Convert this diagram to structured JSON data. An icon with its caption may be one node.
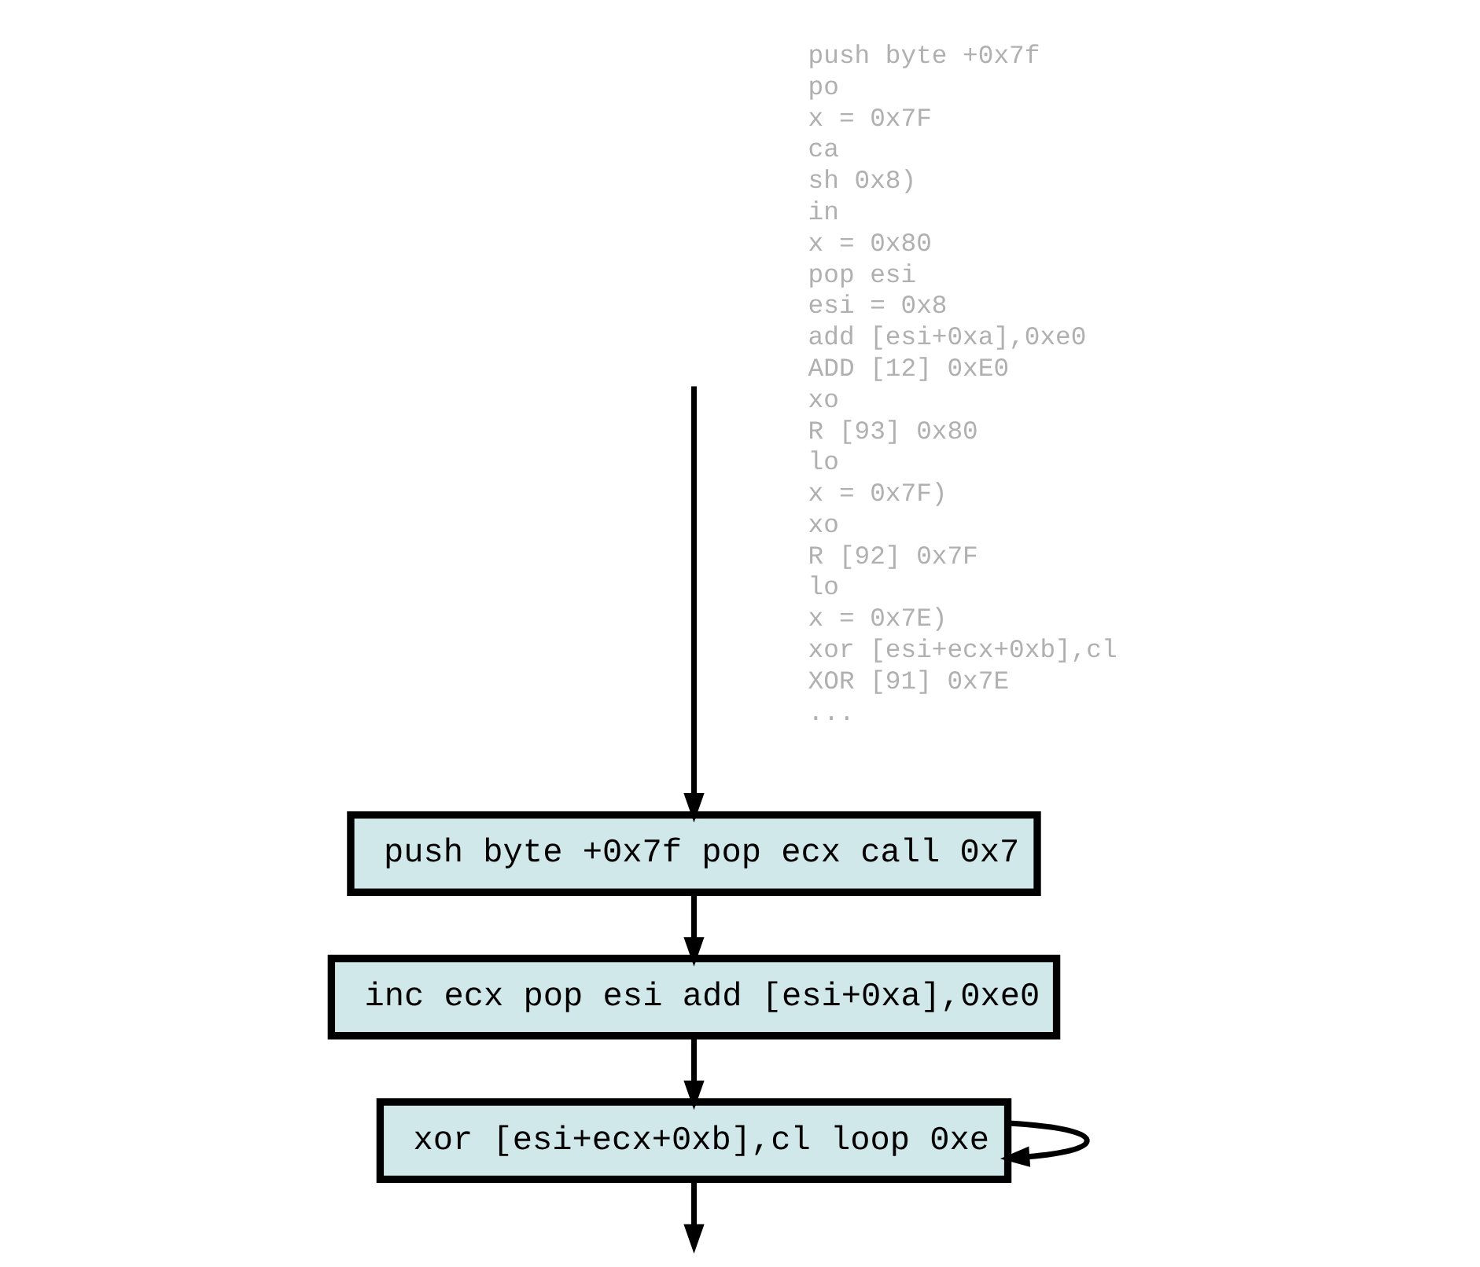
{
  "diagram": {
    "nodes": [
      {
        "text": [
          "push byte +0x7f pop ecx call 0x7"
        ]
      },
      {
        "text": [
          "inc ecx pop esi add [esi+0xa],0xe0"
        ]
      },
      {
        "text": [
          "xor [esi+ecx+0xb],cl loop 0xe"
        ]
      }
    ],
    "edges": [
      {
        "from": null,
        "to": 0,
        "arrow": "to"
      },
      {
        "from": 0,
        "to": 1,
        "arrow": "to"
      },
      {
        "from": 1,
        "to": 2,
        "arrow": "to"
      },
      {
        "from": 2,
        "to": 2,
        "arrow": "to"
      },
      {
        "from": 2,
        "to": null,
        "arrow": "to"
      }
    ],
    "labels": [
      "push byte +0x7f",
      "po",
      "x = 0x7F",
      "ca",
      "sh 0x8)",
      "in",
      "x = 0x80",
      "pop esi",
      "esi = 0x8",
      "add [esi+0xa],0xe0",
      "ADD [12] 0xE0",
      "xo",
      "R [93] 0x80",
      "lo",
      "x = 0x7F)",
      "xo",
      "R [92] 0x7F",
      "lo",
      "x = 0x7E)",
      "xor [esi+ecx+0xb],cl",
      "XOR [91] 0x7E",
      "..."
    ]
  }
}
